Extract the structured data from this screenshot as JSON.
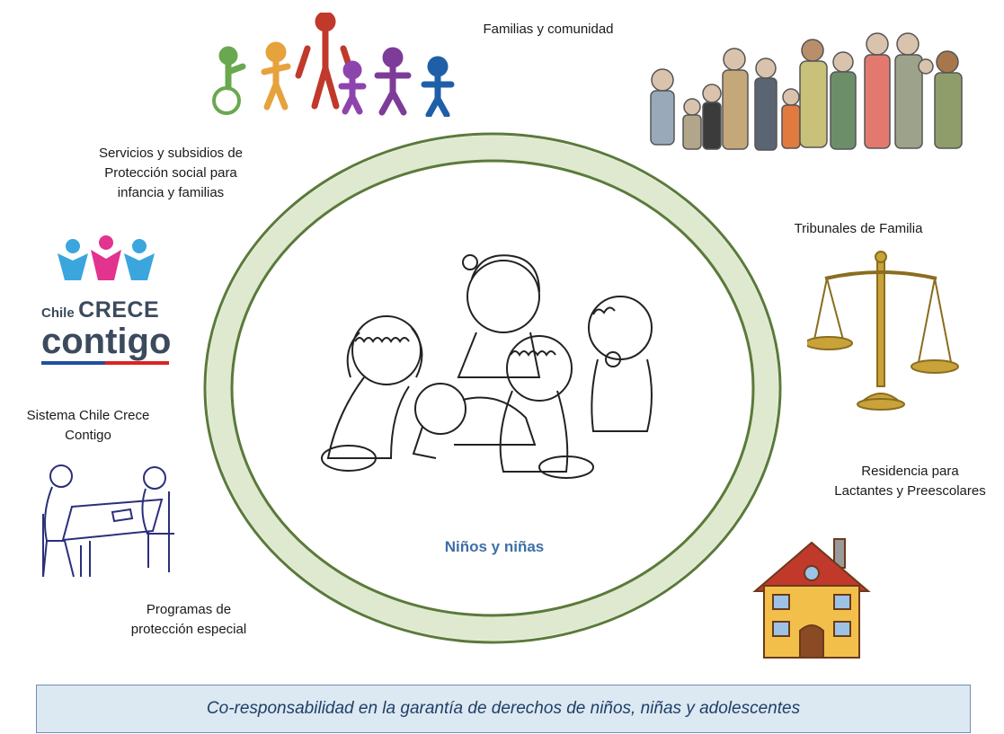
{
  "center": {
    "label": "Niños y niñas"
  },
  "labels": {
    "familias": "Familias y comunidad",
    "servicios": [
      "Servicios y subsidios de",
      "Protección social para",
      "infancia y familias"
    ],
    "tribunales": "Tribunales de Familia",
    "sistema": [
      "Sistema Chile Crece",
      "Contigo"
    ],
    "residencia": [
      "Residencia para",
      "Lactantes y Preescolares"
    ],
    "programas": [
      "Programas de",
      "protección especial"
    ]
  },
  "logo": {
    "small": "Chile",
    "big": "CRECE",
    "bottom": "contigo"
  },
  "banner": {
    "text": "Co-responsabilidad en la garantía de derechos de niños, niñas y adolescentes"
  },
  "colors": {
    "ring": "#5a7a3a",
    "banner_bg": "#dce8f2",
    "center_text": "#3d6fa6"
  },
  "icons": [
    "family-chain-icon",
    "family-crowd-icon",
    "chile-crece-contigo-logo",
    "scales-of-justice-icon",
    "house-icon",
    "counseling-meeting-icon",
    "children-playing-illustration"
  ]
}
